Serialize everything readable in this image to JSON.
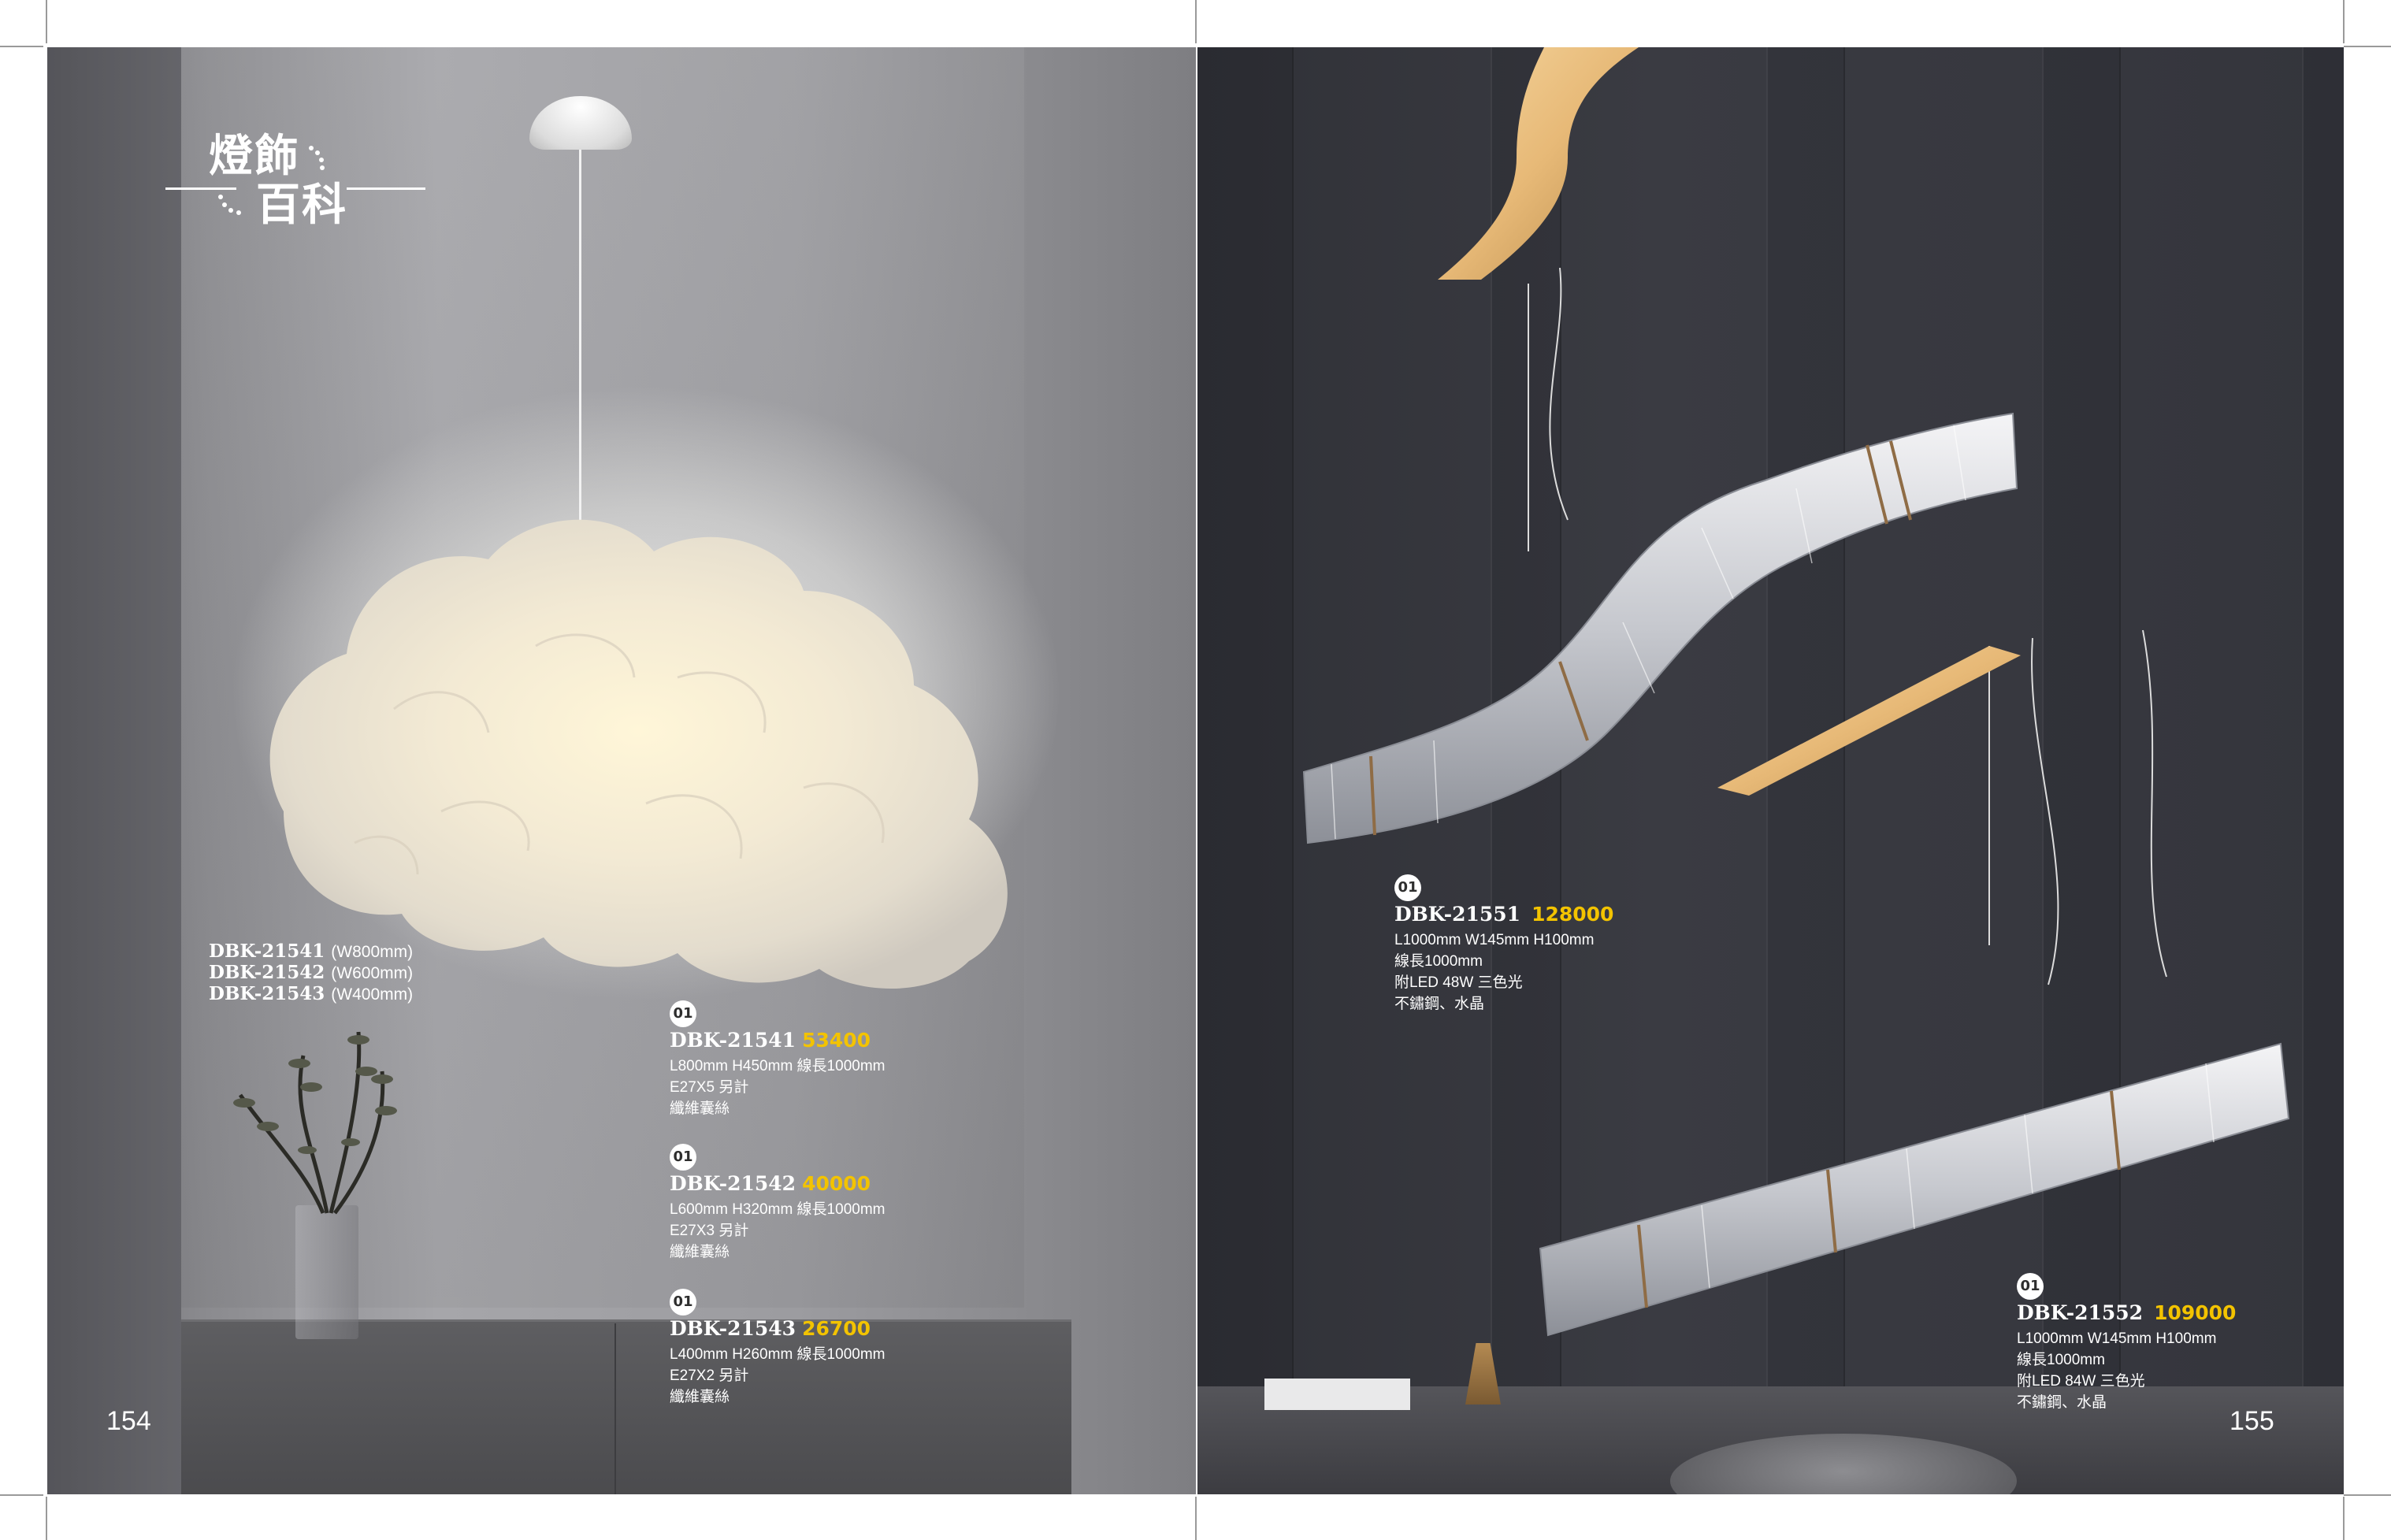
{
  "logo": {
    "line1": "燈飾",
    "line2": "百科"
  },
  "left_page": {
    "page_number": "154",
    "model_list": [
      {
        "code": "DBK-21541",
        "width": "(W800mm)"
      },
      {
        "code": "DBK-21542",
        "width": "(W600mm)"
      },
      {
        "code": "DBK-21543",
        "width": "(W400mm)"
      }
    ],
    "specs": [
      {
        "badge": "01",
        "code": "DBK-21541",
        "price": "53400",
        "dims": "L800mm H450mm 線長1000mm",
        "bulb": "E27X5 另計",
        "material": "纖維囊絲"
      },
      {
        "badge": "01",
        "code": "DBK-21542",
        "price": "40000",
        "dims": "L600mm H320mm 線長1000mm",
        "bulb": "E27X3 另計",
        "material": "纖維囊絲"
      },
      {
        "badge": "01",
        "code": "DBK-21543",
        "price": "26700",
        "dims": "L400mm H260mm 線長1000mm",
        "bulb": "E27X2 另計",
        "material": "纖維囊絲"
      }
    ]
  },
  "right_page": {
    "page_number": "155",
    "specs": [
      {
        "badge": "01",
        "code": "DBK-21551",
        "price": "128000",
        "dims": "L1000mm W145mm H100mm",
        "cable": "線長1000mm",
        "led": "附LED 48W 三色光",
        "material": "不鏽鋼、水晶"
      },
      {
        "badge": "01",
        "code": "DBK-21552",
        "price": "109000",
        "dims": "L1000mm W145mm H100mm",
        "cable": "線長1000mm",
        "led": "附LED 84W 三色光",
        "material": "不鏽鋼、水晶"
      }
    ]
  },
  "colors": {
    "price": "#f3c300",
    "text": "#ffffff",
    "left_bg": "#9b9b9f",
    "right_bg": "#303138"
  }
}
